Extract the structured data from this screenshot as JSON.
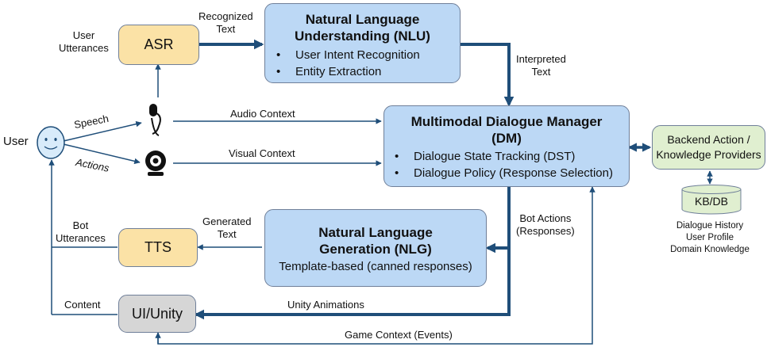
{
  "user": {
    "label": "User"
  },
  "asr": {
    "label": "ASR"
  },
  "tts": {
    "label": "TTS"
  },
  "ui_unity": {
    "label": "UI/Unity"
  },
  "nlu": {
    "title_line1": "Natural Language",
    "title_line2": "Understanding (NLU)",
    "bullets": [
      "User Intent Recognition",
      "Entity Extraction"
    ]
  },
  "dm": {
    "title_line1": "Multimodal Dialogue Manager",
    "title_line2": "(DM)",
    "bullets": [
      "Dialogue State Tracking (DST)",
      "Dialogue Policy (Response Selection)"
    ]
  },
  "nlg": {
    "title_line1": "Natural Language",
    "title_line2": "Generation (NLG)",
    "subtitle": "Template-based (canned responses)"
  },
  "backend": {
    "line1": "Backend Action /",
    "line2": "Knowledge Providers"
  },
  "kb": {
    "label": "KB/DB",
    "notes": [
      "Dialogue History",
      "User Profile",
      "Domain Knowledge"
    ]
  },
  "edges": {
    "user_utterances": [
      "User",
      "Utterances"
    ],
    "recognized_text": [
      "Recognized",
      "Text"
    ],
    "interpreted_text": [
      "Interpreted",
      "Text"
    ],
    "speech": "Speech",
    "actions": "Actions",
    "audio_context": "Audio Context",
    "visual_context": "Visual Context",
    "bot_actions": [
      "Bot Actions",
      "(Responses)"
    ],
    "generated_text": [
      "Generated",
      "Text"
    ],
    "bot_utterances": [
      "Bot",
      "Utterances"
    ],
    "content": "Content",
    "unity_animations": "Unity Animations",
    "game_context": "Game Context (Events)"
  },
  "colors": {
    "arrow": "#1f4e79",
    "blue_box": "#bcd8f5",
    "yellow_box": "#fbe2a6",
    "green_box": "#e0efd0",
    "gray_box": "#d6d6d6"
  },
  "icons": [
    "smiley-face-icon",
    "microphone-icon",
    "webcam-icon",
    "database-cylinder-icon"
  ]
}
